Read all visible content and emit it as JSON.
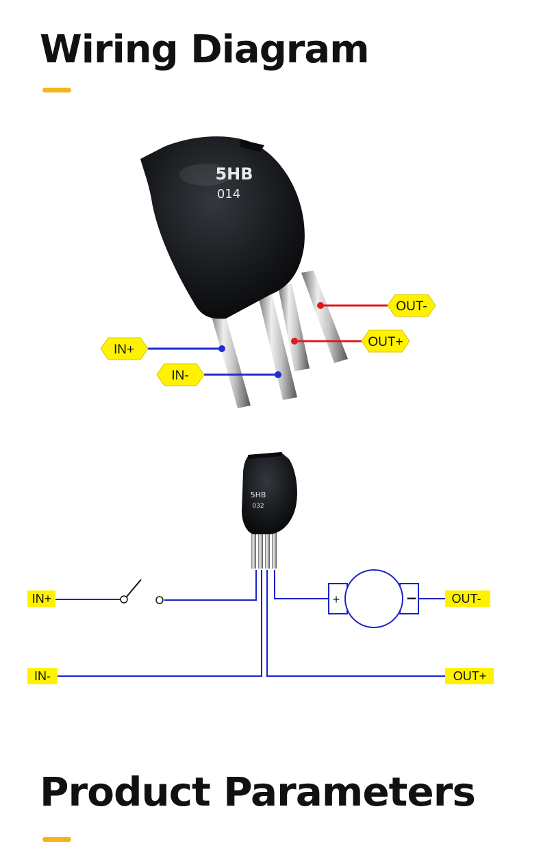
{
  "titles": {
    "wiring": "Wiring Diagram",
    "params": "Product Parameters"
  },
  "component": {
    "marking_line1": "5HB",
    "marking_line2_photo1": "014",
    "marking_line2_photo2": "032"
  },
  "pin_labels": {
    "in_plus": "IN+",
    "in_minus": "IN-",
    "out_minus": "OUT-",
    "out_plus": "OUT+"
  },
  "circuit": {
    "plus_symbol": "+",
    "minus_symbol": "−"
  },
  "colors": {
    "accent": "#f5b31c",
    "label_bg": "#fff200",
    "input_wire": "#1e2ed0",
    "output_wire": "#e21a1a",
    "circuit_line": "#1a22c8"
  }
}
